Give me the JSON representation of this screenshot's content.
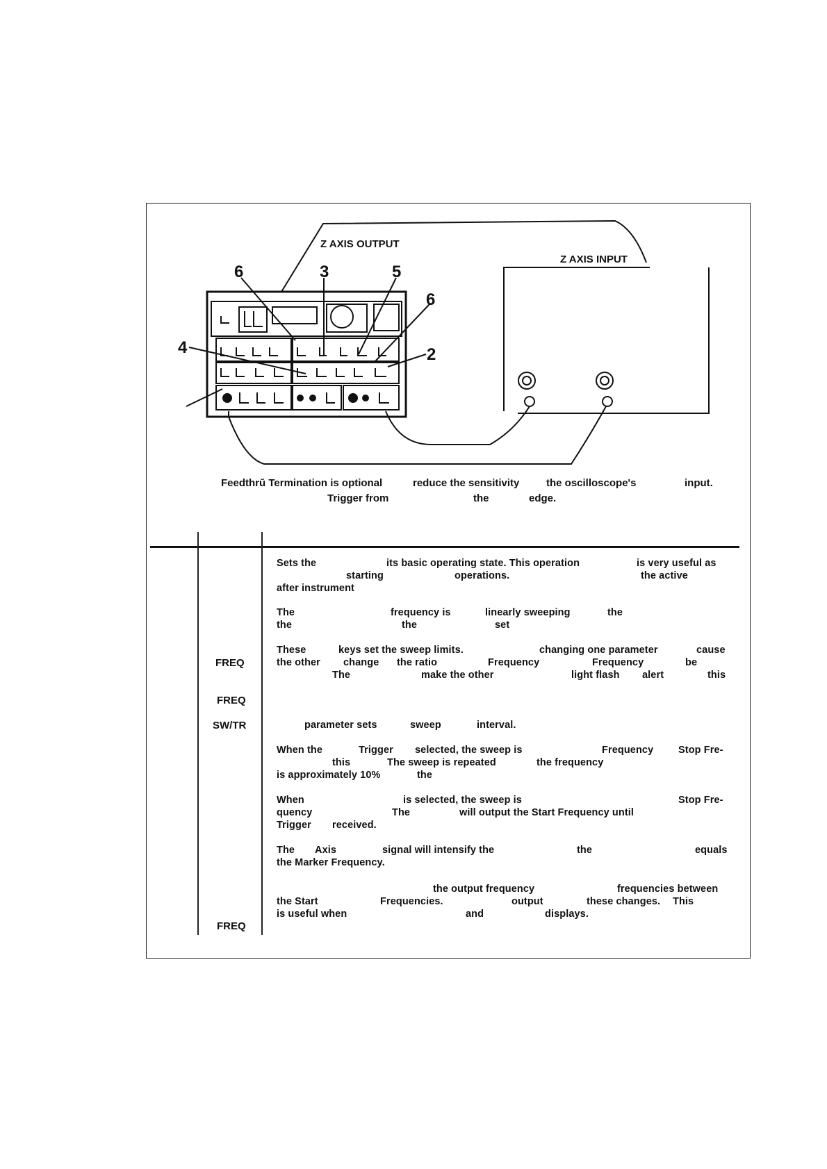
{
  "diagram": {
    "z_axis_output": "Z AXIS OUTPUT",
    "z_axis_input": "Z AXIS INPUT",
    "callouts": [
      "6",
      "3",
      "5",
      "6",
      "4",
      "2"
    ],
    "caption_line1": [
      "Feedthrŭ Termination is optional",
      "reduce the sensitivity",
      "the oscilloscope's",
      "input."
    ],
    "caption_line2": [
      "Trigger from",
      "the",
      "edge."
    ]
  },
  "keys": {
    "freq1": "FREQ",
    "freq2": "FREQ",
    "swtr": "SW/TR",
    "freq3": "FREQ"
  },
  "text": {
    "p1_l1": [
      "Sets the",
      "its basic operating state. This operation",
      "is very useful as"
    ],
    "p1_l2": [
      "starting",
      "operations.",
      "the active"
    ],
    "p1_l3": [
      "after instrument"
    ],
    "p2_l1": [
      "The",
      "frequency is",
      "linearly sweeping",
      "the"
    ],
    "p2_l2": [
      "the",
      "the",
      "set"
    ],
    "p3_l1": [
      "These",
      "keys set the sweep limits.",
      "changing one parameter",
      "cause"
    ],
    "p3_l2": [
      "the other",
      "change",
      "the ratio",
      "Frequency",
      "Frequency",
      "be"
    ],
    "p3_l3": [
      "The",
      "make the other",
      "light flash",
      "alert",
      "this"
    ],
    "p4_l1": [
      "parameter sets",
      "sweep",
      "interval."
    ],
    "p5_l1": [
      "When the",
      "Trigger",
      "selected, the sweep is",
      "Frequency",
      "Stop Fre-"
    ],
    "p5_l2": [
      "this",
      "The sweep is repeated",
      "the frequency"
    ],
    "p5_l3": [
      "is approximately 10%",
      "the"
    ],
    "p6_l1": [
      "When",
      "is selected, the sweep is",
      "Stop Fre-"
    ],
    "p6_l2": [
      "quency",
      "The",
      "will output the Start Frequency until"
    ],
    "p6_l3": [
      "Trigger",
      "received."
    ],
    "p7_l1": [
      "The",
      "Axis",
      "signal will intensify the",
      "the",
      "equals"
    ],
    "p7_l2": [
      "the Marker Frequency."
    ],
    "p8_l1": [
      "the output frequency",
      "frequencies between"
    ],
    "p8_l2": [
      "the Start",
      "Frequencies.",
      "output",
      "these changes.",
      "This"
    ],
    "p8_l3": [
      "is useful when",
      "and",
      "displays."
    ]
  }
}
